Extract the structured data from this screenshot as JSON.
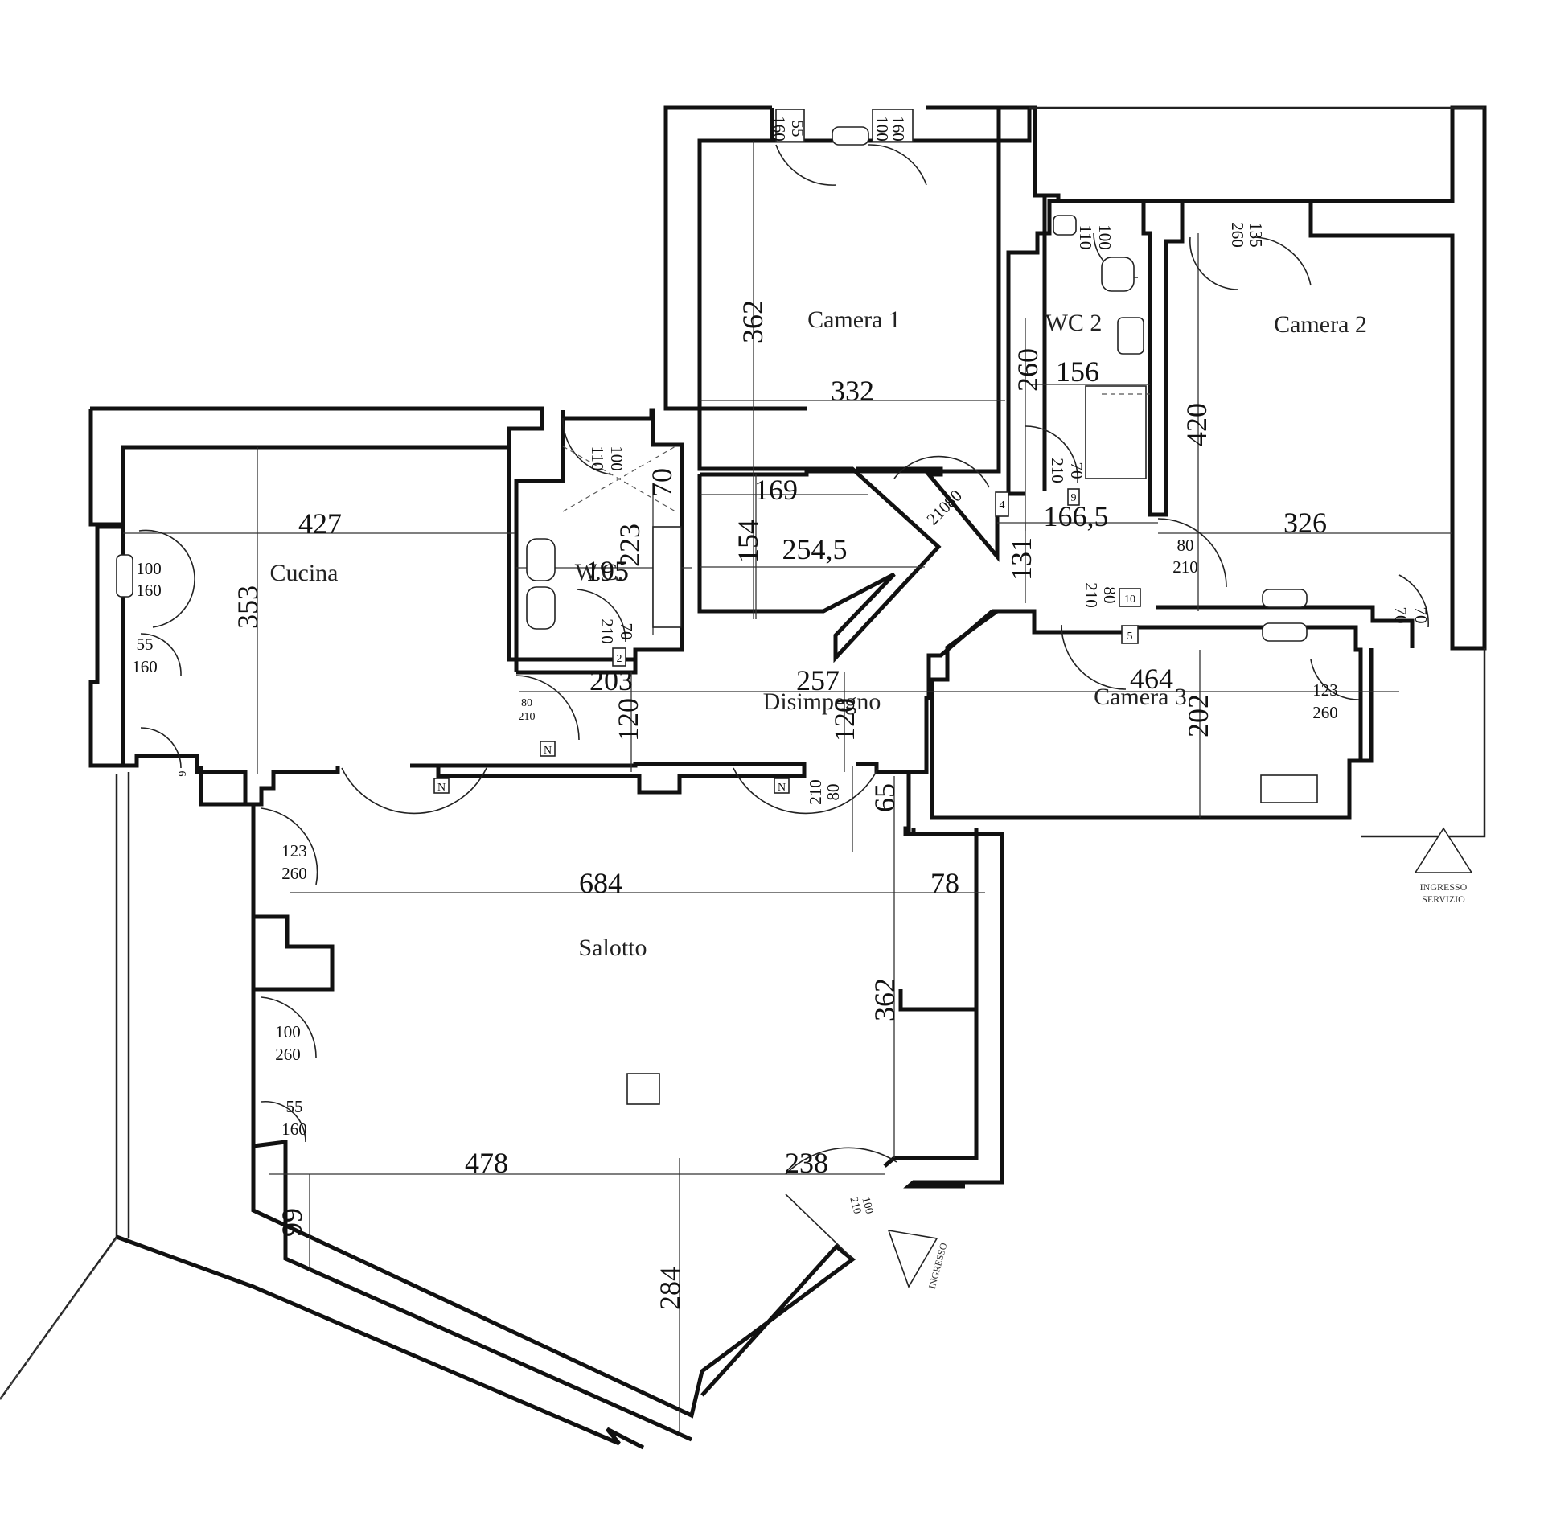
{
  "rooms": {
    "camera1": "Camera 1",
    "wc2": "WC 2",
    "camera2": "Camera 2",
    "cucina": "Cucina",
    "wc1": "W.C.",
    "disimpegno": "Disimpegno",
    "camera3": "Camera 3",
    "salotto": "Salotto"
  },
  "dimensions": {
    "camera1_h": "362",
    "camera1_w": "332",
    "wc2_h": "260",
    "wc2_w": "156",
    "camera2_h": "420",
    "camera2_w": "326",
    "cucina_w": "427",
    "cucina_h": "353",
    "wc1_h": "223",
    "wc1_w": "195",
    "rip_w1": "169",
    "rip_h": "154",
    "rip_w2": "254,5",
    "small_70": "70",
    "dis_w1": "203",
    "dis_h1": "120",
    "dis_w2": "257",
    "dis_h2": "120",
    "hall_w": "166,5",
    "hall_h": "131",
    "camera3_w": "464",
    "camera3_h": "202",
    "salotto_w": "684",
    "salotto_w2": "78",
    "salotto_h": "362",
    "salotto_b1": "478",
    "salotto_b2": "238",
    "salotto_h2": "284",
    "salotto_s": "99",
    "wall_65": "65"
  },
  "openings": {
    "top_left_w": "55",
    "top_left_h": "160",
    "top_right_w": "100",
    "top_right_h": "160",
    "wc2_win_w": "100",
    "wc2_win_h": "110",
    "cam2_win_w": "135",
    "cam2_win_h": "260",
    "wc1_win_w": "100",
    "wc1_win_h": "110",
    "cuc_win_w": "100",
    "cuc_win_h": "160",
    "cuc_win2_w": "55",
    "cuc_win2_h": "160",
    "cuc_door_small": "6",
    "wc1_door_w": "70",
    "wc1_door_h": "210",
    "cuc_door_w": "80",
    "cuc_door_h": "210",
    "cam1_door_w": "80",
    "cam1_door_h": "210",
    "wc2_door_w": "70",
    "wc2_door_h": "210",
    "cam2_door_w": "80",
    "cam2_door_h": "210",
    "cam3_door_w": "80",
    "cam3_door_h": "210",
    "serv_door_w": "70",
    "serv_door_h": "70",
    "cam3_win_w": "123",
    "cam3_win_h": "260",
    "dis_door_w": "80",
    "dis_door_h": "210",
    "sal_win1_w": "123",
    "sal_win1_h": "260",
    "sal_win2_w": "100",
    "sal_win2_h": "260",
    "sal_win3_w": "55",
    "sal_win3_h": "160",
    "entry_w": "100",
    "entry_h": "210"
  },
  "markers": {
    "m4": "4",
    "m9": "9",
    "m10": "10",
    "m5": "5",
    "m2": "2",
    "n1": "N",
    "n2": "N",
    "n3": "N"
  },
  "entrances": {
    "service_line1": "INGRESSO",
    "service_line2": "SERVIZIO",
    "main": "INGRESSO"
  }
}
